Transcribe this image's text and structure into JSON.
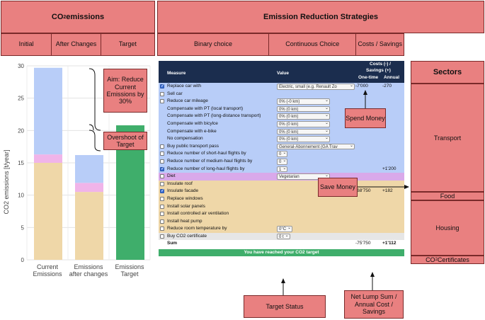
{
  "co2_panel": {
    "title_pre": "CO",
    "title_sub": "2",
    "title_post": " emissions",
    "columns": [
      "Initial",
      "After Changes",
      "Target"
    ]
  },
  "strategies_panel": {
    "title": "Emission Reduction Strategies",
    "columns": [
      "Binary choice",
      "Continuous Choice",
      "Costs / Savings"
    ]
  },
  "sectors": {
    "title": "Sectors",
    "items": [
      "Transport",
      "Food",
      "Housing"
    ],
    "certificates_pre": "CO",
    "certificates_sub": "2",
    "certificates_post": " Certificates"
  },
  "chart_data": {
    "type": "bar",
    "stacked": true,
    "categories": [
      "Current Emissions",
      "Emissions after changes",
      "Emissions Target"
    ],
    "ylabel": "CO2 emissions [t/year]",
    "ylim": [
      0,
      30
    ],
    "yticks": [
      0,
      5,
      10,
      15,
      20,
      25,
      30
    ],
    "grid": true,
    "series": [
      {
        "color": "#efd7a8",
        "values": [
          15.0,
          10.5,
          0
        ]
      },
      {
        "color": "#f0b4e9",
        "values": [
          1.3,
          1.4,
          0
        ]
      },
      {
        "color": "#b8cdf8",
        "values": [
          13.4,
          4.3,
          0
        ]
      },
      {
        "color": "#3fae6b",
        "values": [
          0,
          0,
          20.8
        ]
      }
    ]
  },
  "table": {
    "header_measure": "Measure",
    "header_value": "Value",
    "header_costs_1": "Costs (-) /",
    "header_costs_2": "Savings (+)",
    "header_onetime": "One-time",
    "header_annual": "Annual",
    "rows": [
      {
        "label": "Replace car with",
        "checkbox": true,
        "checked": true,
        "select": "Electric, small (e.g. Renault Zo",
        "onetime": "-7'000",
        "annual": "-270",
        "bg": "blue"
      },
      {
        "label": "Sell car",
        "checkbox": true,
        "checked": false,
        "select": "",
        "onetime": "",
        "annual": "",
        "bg": "blue"
      },
      {
        "label": "Reduce car mileage",
        "checkbox": true,
        "checked": false,
        "select": "0% (-0 km)",
        "onetime": "",
        "annual": "",
        "bg": "blue"
      },
      {
        "label": "Compensate with PT (local transport)",
        "checkbox": false,
        "checked": false,
        "select": "0% (0 km)",
        "onetime": "",
        "annual": "",
        "bg": "blue"
      },
      {
        "label": "Compensate with PT (long-distance transport)",
        "checkbox": false,
        "checked": false,
        "select": "0% (0 km)",
        "onetime": "",
        "annual": "",
        "bg": "blue"
      },
      {
        "label": "Compensate with bicylce",
        "checkbox": false,
        "checked": false,
        "select": "0% (0 km)",
        "onetime": "",
        "annual": "",
        "bg": "blue"
      },
      {
        "label": "Compensate with e-bike",
        "checkbox": false,
        "checked": false,
        "select": "0% (0 km)",
        "onetime": "",
        "annual": "",
        "bg": "blue"
      },
      {
        "label": "No compensation",
        "checkbox": false,
        "checked": false,
        "select": "0% (0 km)",
        "onetime": "",
        "annual": "",
        "bg": "blue"
      },
      {
        "label": "Buy public transport pass",
        "checkbox": true,
        "checked": false,
        "select": "General-Abonnement (GA Trav",
        "onetime": "",
        "annual": "",
        "bg": "blue"
      },
      {
        "label": "Reduce number of short-haul flights by",
        "checkbox": true,
        "checked": false,
        "select": "0",
        "onetime": "",
        "annual": "",
        "bg": "blue"
      },
      {
        "label": "Reduce number of medium-haul flights by",
        "checkbox": true,
        "checked": false,
        "select": "0",
        "onetime": "",
        "annual": "",
        "bg": "blue"
      },
      {
        "label": "Reduce number of long-haul flights by",
        "checkbox": true,
        "checked": true,
        "select": "1",
        "onetime": "",
        "annual": "+1'200",
        "bg": "blue"
      },
      {
        "label": "Diet",
        "checkbox": true,
        "checked": false,
        "select": "Vegetarian",
        "onetime": "",
        "annual": "",
        "bg": "purple"
      },
      {
        "label": "Insulate roof",
        "checkbox": true,
        "checked": false,
        "select": "",
        "onetime": "",
        "annual": "",
        "bg": "tan"
      },
      {
        "label": "Insulate facade",
        "checkbox": true,
        "checked": true,
        "select": "",
        "onetime": "-68'750",
        "annual": "+182",
        "bg": "tan"
      },
      {
        "label": "Replace windows",
        "checkbox": true,
        "checked": false,
        "select": "",
        "onetime": "",
        "annual": "",
        "bg": "tan"
      },
      {
        "label": "Install solar panels",
        "checkbox": true,
        "checked": false,
        "select": "",
        "onetime": "",
        "annual": "",
        "bg": "tan"
      },
      {
        "label": "Install controlled air ventilation",
        "checkbox": true,
        "checked": false,
        "select": "",
        "onetime": "",
        "annual": "",
        "bg": "tan"
      },
      {
        "label": "Install heat pump",
        "checkbox": true,
        "checked": false,
        "select": "",
        "onetime": "",
        "annual": "",
        "bg": "tan"
      },
      {
        "label": "Reduce room temperature by",
        "checkbox": true,
        "checked": false,
        "select": "0°C",
        "onetime": "",
        "annual": "",
        "bg": "tan"
      },
      {
        "label": "Buy CO2 certificate",
        "checkbox": true,
        "checked": false,
        "select": "0 t",
        "onetime": "",
        "annual": "",
        "bg": "grey"
      }
    ],
    "sum_label": "Sum",
    "sum_onetime": "-75'750",
    "sum_annual": "+1'112",
    "status": "You have reached your CO2 target"
  },
  "callouts": {
    "aim": "Aim: Reduce Current Emissions by 30%",
    "overshoot": "Overshoot of Target",
    "spend": "Spend Money",
    "save": "Save Money",
    "target_status": "Target Status",
    "net": "Net Lump Sum / Annual Cost / Savings"
  }
}
